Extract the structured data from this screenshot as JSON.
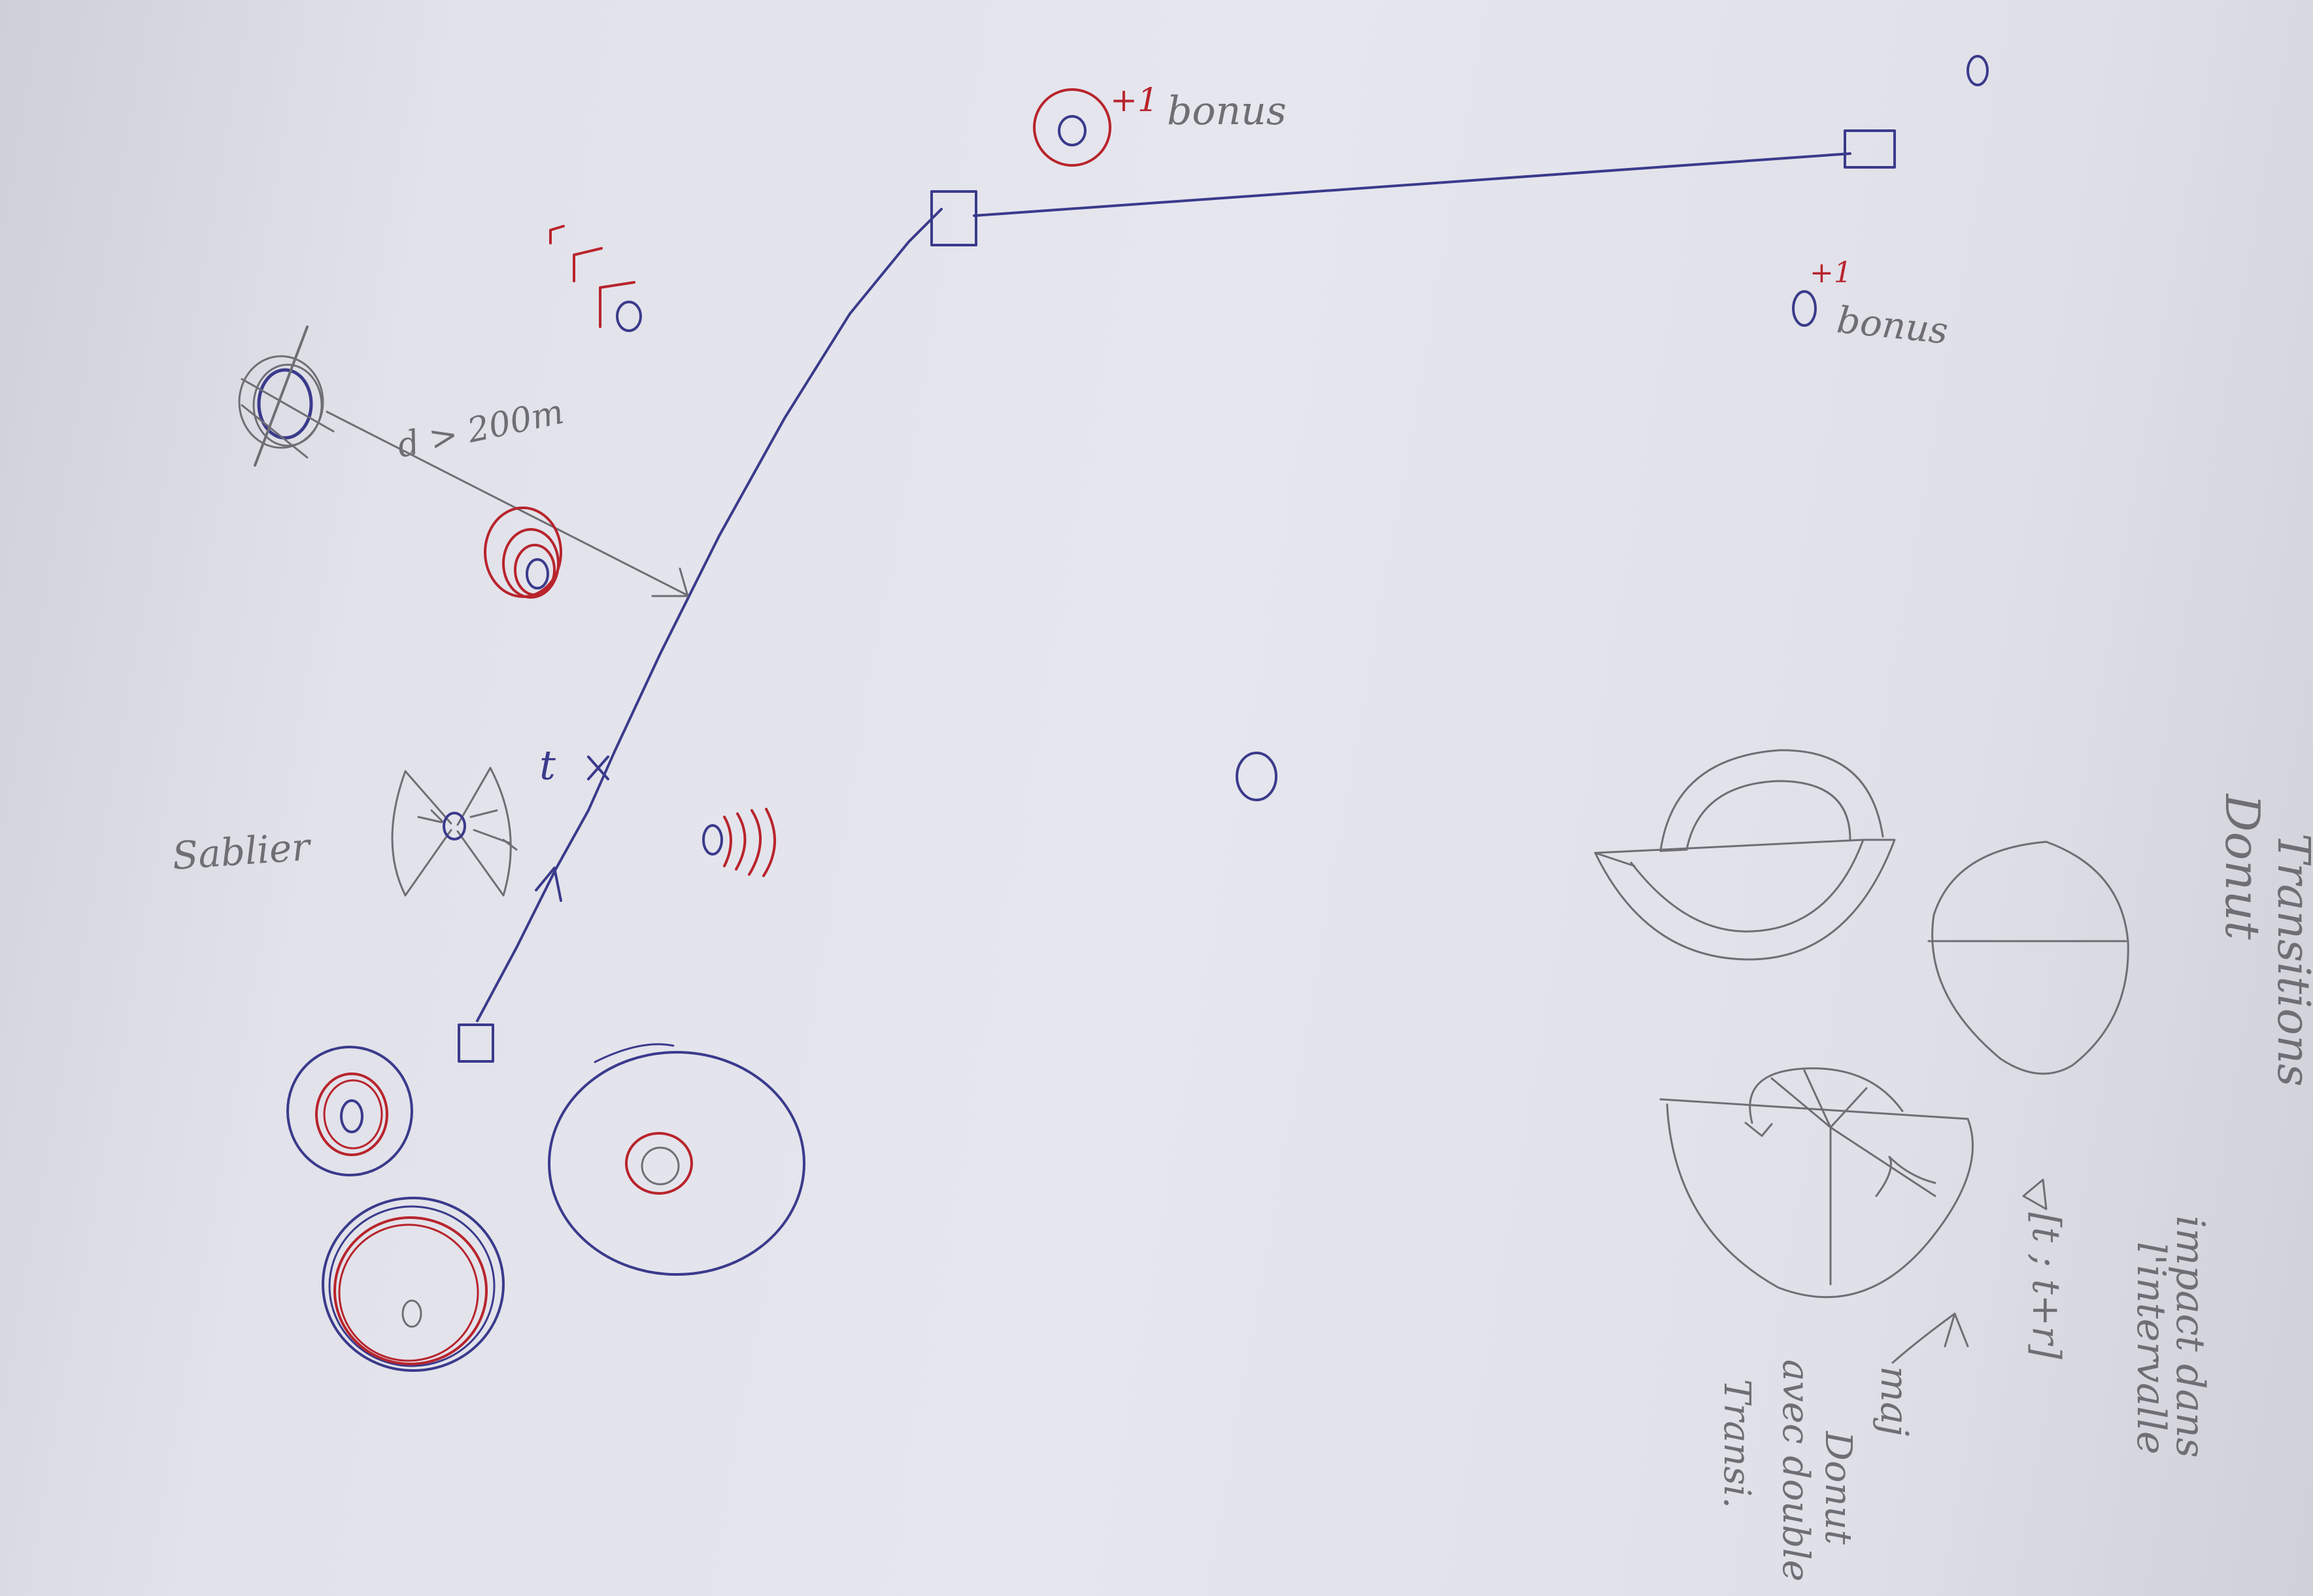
{
  "path_labels": {
    "bonus_top_plus": "+1",
    "bonus_top_word": "bonus",
    "bonus_right_plus": "+1",
    "bonus_right_word": "bonus",
    "distance": "d > 200m",
    "time_mark": "t",
    "sablier": "Sablier"
  },
  "notes": {
    "title_line1": "Donut",
    "title_line2": "Transitions",
    "impact_line1": "impact dans",
    "impact_line2": "l'intervalle",
    "interval": "[t ; t+r]",
    "maj_line1": "maj",
    "maj_line2": "avec double",
    "maj_line3": "Donut",
    "maj_line4": "Transi."
  },
  "colors": {
    "blue_ink": "#3a3a8c",
    "red_ink": "#b8242c",
    "pencil": "#6e6e74",
    "paper": "#e6e6ee"
  }
}
